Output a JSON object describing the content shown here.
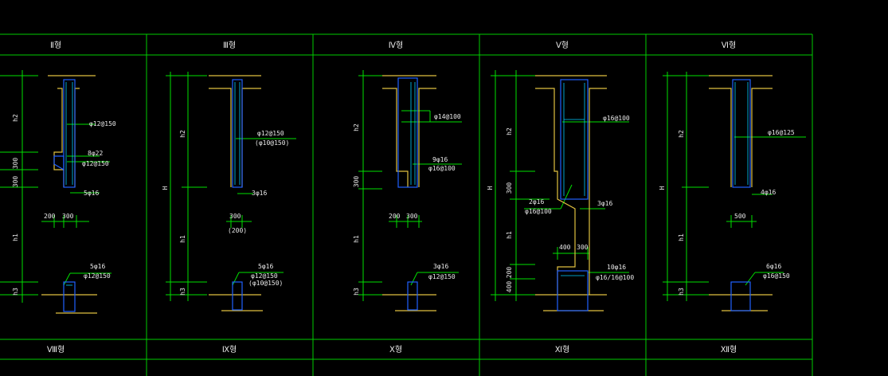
{
  "colors": {
    "background": "#000000",
    "grid": "#00cc00",
    "dimension": "#00e000",
    "wall": "#e0c040",
    "concrete": "#2060ff",
    "rebar": "#00ccff",
    "text": "#e8e8e8"
  },
  "top_titles": [
    "Ⅱ형",
    "Ⅲ형",
    "Ⅳ형",
    "Ⅴ형",
    "Ⅵ형"
  ],
  "bottom_titles": [
    "Ⅷ형",
    "Ⅸ형",
    "Ⅹ형",
    "Ⅺ형",
    "Ⅻ형"
  ],
  "panels": [
    {
      "dims": [
        "h2",
        "300",
        "300",
        "h1",
        "h3"
      ],
      "labels": [
        "φ12@150",
        "8φ22",
        "φ12@150",
        "5φ16",
        "5φ16",
        "φ12@150"
      ],
      "widths": [
        "200",
        "300"
      ]
    },
    {
      "dims": [
        "h2",
        "H",
        "h1",
        "h3"
      ],
      "labels": [
        "φ12@150",
        "(φ10@150)",
        "3φ16",
        "5φ16",
        "φ12@150",
        "(φ10@150)"
      ],
      "widths": [
        "300",
        "(200)"
      ]
    },
    {
      "dims": [
        "h2",
        "300",
        "h1",
        "h3"
      ],
      "labels": [
        "φ14@100",
        "9φ16",
        "φ16@100",
        "3φ16",
        "φ12@150"
      ],
      "widths": [
        "200",
        "300"
      ]
    },
    {
      "dims": [
        "h2",
        "H",
        "300",
        "h1",
        "200",
        "400"
      ],
      "labels": [
        "φ16@100",
        "2φ16",
        "φ16@100",
        "3φ16",
        "10φ16",
        "φ16/16@100"
      ],
      "widths": [
        "400",
        "300"
      ]
    },
    {
      "dims": [
        "h2",
        "H",
        "h1",
        "h3"
      ],
      "labels": [
        "φ16@125",
        "4φ16",
        "6φ16",
        "φ16@150"
      ],
      "widths": [
        "500"
      ]
    }
  ]
}
